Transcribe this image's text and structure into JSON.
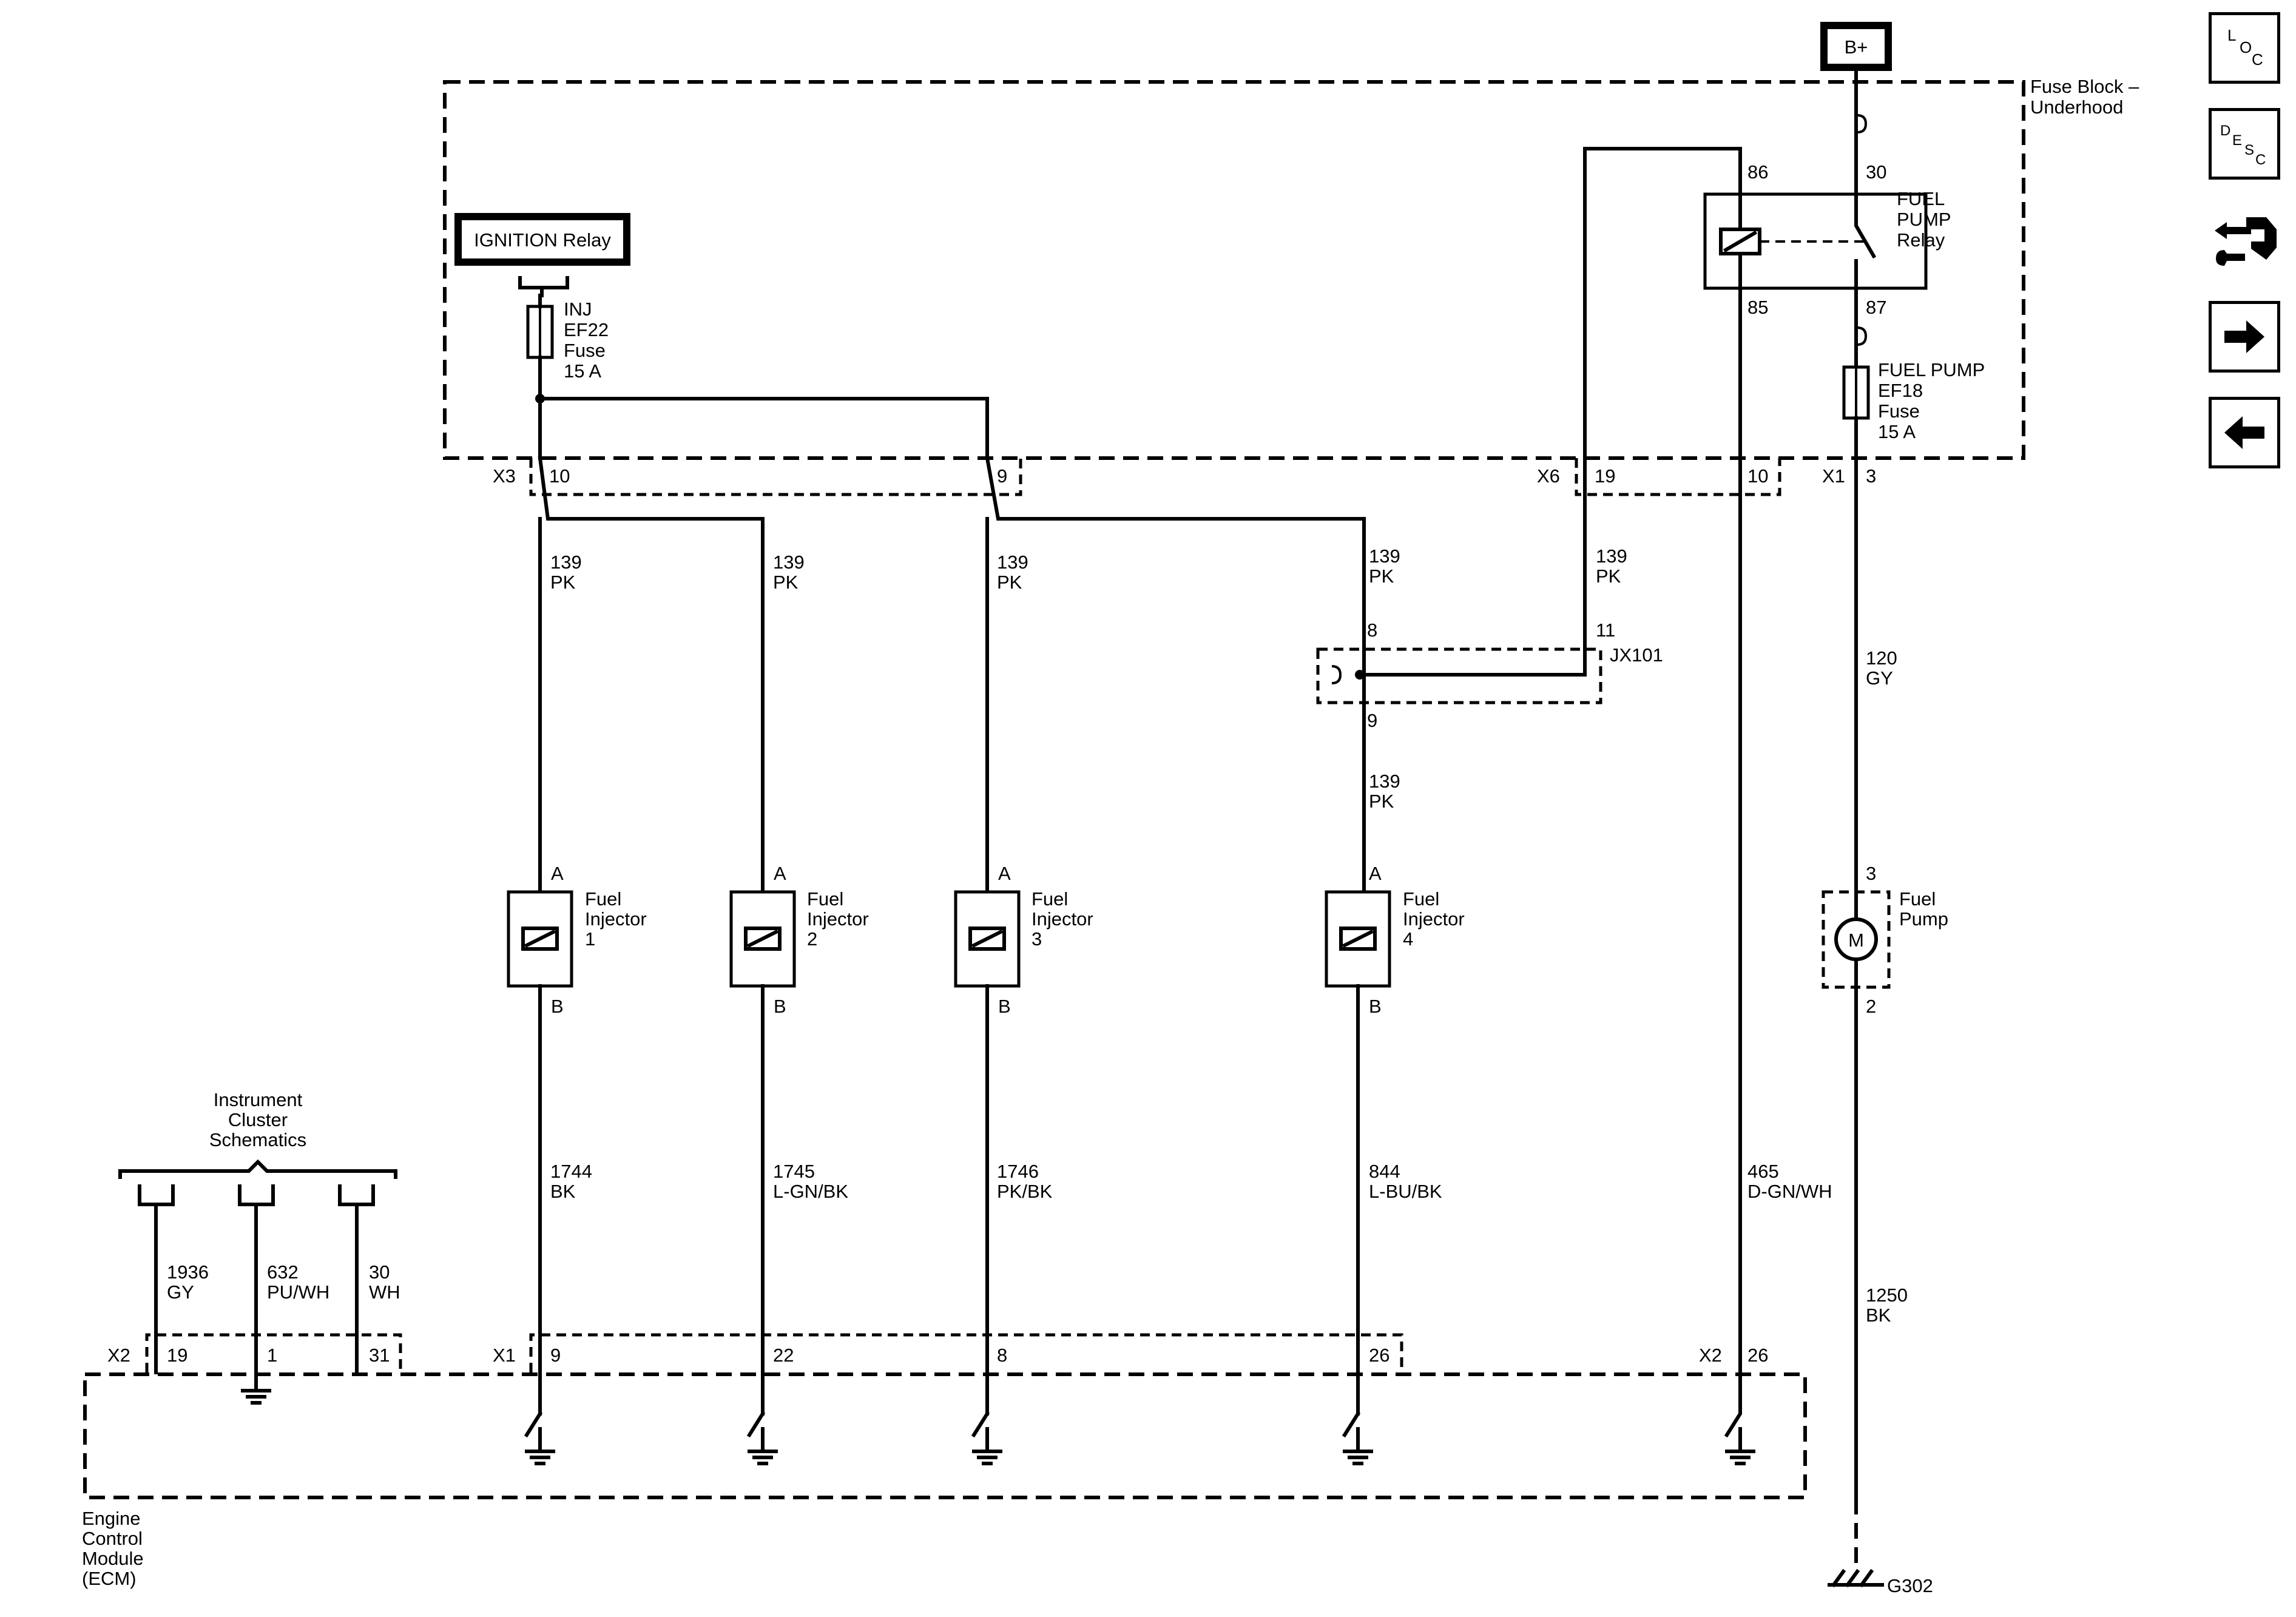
{
  "header": {
    "supply": "B+"
  },
  "fuse_block": {
    "title_line1": "Fuse Block –",
    "title_line2": "Underhood",
    "ignition_relay": "IGNITION Relay",
    "inj_fuse": [
      "INJ",
      "EF22",
      "Fuse",
      "15 A"
    ],
    "fuel_pump_fuse": [
      "FUEL PUMP",
      "EF18",
      "Fuse",
      "15 A"
    ],
    "fuel_pump_relay": [
      "FUEL",
      "PUMP",
      "Relay"
    ],
    "relay_pins": {
      "p86": "86",
      "p85": "85",
      "p30": "30",
      "p87": "87"
    }
  },
  "connectors": {
    "x3": "X3",
    "x3_p10": "10",
    "x3_p9": "9",
    "x6": "X6",
    "x6_p19": "19",
    "x6_p10": "10",
    "x1_fb": "X1",
    "x1_fb_p3": "3",
    "jx101": "JX101",
    "jx101_p8": "8",
    "jx101_p11": "11",
    "jx101_p9": "9"
  },
  "wires": {
    "w1": [
      "139",
      "PK"
    ],
    "w2": [
      "139",
      "PK"
    ],
    "w3": [
      "139",
      "PK"
    ],
    "w4": [
      "139",
      "PK"
    ],
    "w5": [
      "139",
      "PK"
    ],
    "w6": [
      "139",
      "PK"
    ],
    "w7": [
      "120",
      "GY"
    ],
    "w8": [
      "1744",
      "BK"
    ],
    "w9": [
      "1745",
      "L-GN/BK"
    ],
    "w10": [
      "1746",
      "PK/BK"
    ],
    "w11": [
      "844",
      "L-BU/BK"
    ],
    "w12": [
      "465",
      "D-GN/WH"
    ],
    "w13": [
      "1250",
      "BK"
    ],
    "w14": [
      "1936",
      "GY"
    ],
    "w15": [
      "632",
      "PU/WH"
    ],
    "w16": [
      "30",
      "WH"
    ]
  },
  "injectors": [
    {
      "name": [
        "Fuel",
        "Injector",
        "1"
      ],
      "pin_a": "A",
      "pin_b": "B"
    },
    {
      "name": [
        "Fuel",
        "Injector",
        "2"
      ],
      "pin_a": "A",
      "pin_b": "B"
    },
    {
      "name": [
        "Fuel",
        "Injector",
        "3"
      ],
      "pin_a": "A",
      "pin_b": "B"
    },
    {
      "name": [
        "Fuel",
        "Injector",
        "4"
      ],
      "pin_a": "A",
      "pin_b": "B"
    }
  ],
  "fuel_pump": {
    "name": [
      "Fuel",
      "Pump"
    ],
    "pin_top": "3",
    "pin_bottom": "2",
    "motor": "M"
  },
  "instrument_cluster": [
    "Instrument",
    "Cluster",
    "Schematics"
  ],
  "ecm": {
    "name": [
      "Engine",
      "Control",
      "Module",
      "(ECM)"
    ],
    "x2": "X2",
    "x2_p19": "19",
    "x2_p1": "1",
    "x2_p31": "31",
    "x1": "X1",
    "x1_p9": "9",
    "x1_p22": "22",
    "x1_p8": "8",
    "x1_p26": "26",
    "x2b": "X2",
    "x2b_p26": "26"
  },
  "ground": "G302",
  "sidebar": {
    "loc": [
      "L",
      "O",
      "C"
    ],
    "desc": [
      "D",
      "E",
      "S",
      "C"
    ],
    "icons": [
      "connector-repair-icon",
      "arrow-right-icon",
      "arrow-left-icon"
    ]
  }
}
